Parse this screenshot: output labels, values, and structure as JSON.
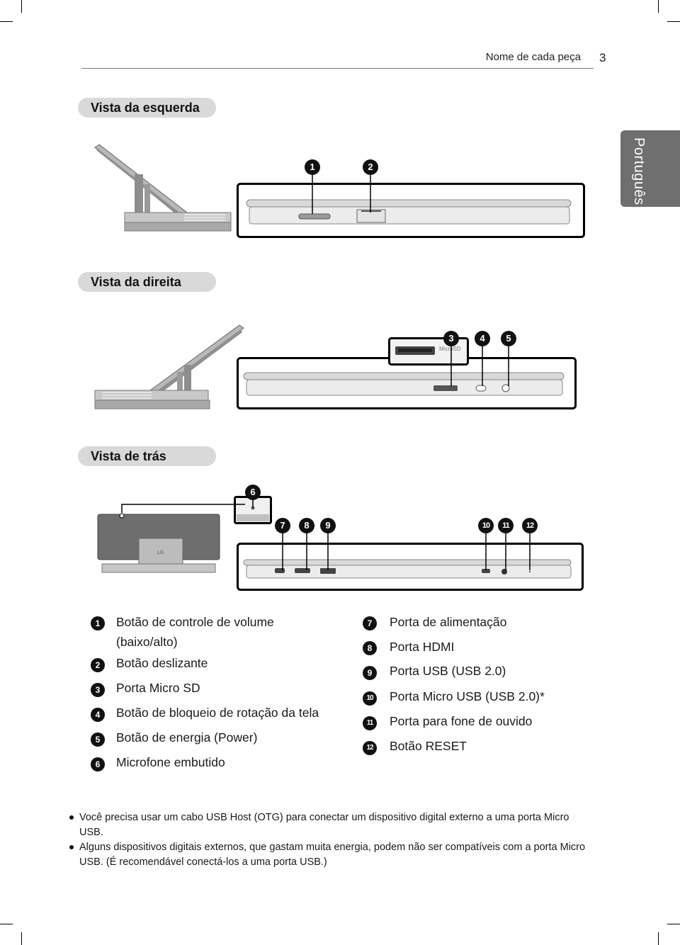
{
  "header": {
    "title": "Nome de cada peça",
    "page_number": "3"
  },
  "language_tab": "Português",
  "sections": {
    "left": "Vista da esquerda",
    "right": "Vista da direita",
    "back": "Vista de trás"
  },
  "callouts": {
    "n1": "1",
    "n2": "2",
    "n3": "3",
    "n4": "4",
    "n5": "5",
    "n6": "6",
    "n7": "7",
    "n8": "8",
    "n9": "9",
    "n10": "10",
    "n11": "11",
    "n12": "12"
  },
  "port_label_microsd": "MicroSD",
  "legend": [
    {
      "num": "1",
      "label": "Botão de controle de volume",
      "label2": "(baixo/alto)"
    },
    {
      "num": "2",
      "label": "Botão deslizante"
    },
    {
      "num": "3",
      "label": "Porta Micro SD"
    },
    {
      "num": "4",
      "label": "Botão de bloqueio de rotação da tela"
    },
    {
      "num": "5",
      "label": "Botão de energia (Power)"
    },
    {
      "num": "6",
      "label": "Microfone embutido"
    },
    {
      "num": "7",
      "label": "Porta de alimentação"
    },
    {
      "num": "8",
      "label": "Porta HDMI"
    },
    {
      "num": "9",
      "label": "Porta USB (USB 2.0)"
    },
    {
      "num": "10",
      "label": "Porta Micro USB (USB 2.0)*"
    },
    {
      "num": "11",
      "label": "Porta para fone de ouvido"
    },
    {
      "num": "12",
      "label": "Botão RESET"
    }
  ],
  "notes": [
    "Você precisa usar um cabo USB Host (OTG) para conectar um dispositivo digital externo a uma porta Micro USB.",
    "Alguns dispositivos digitais externos, que gastam muita energia, podem não ser compatíveis com a porta Micro USB. (É recomendável conectá-los a uma porta USB.)"
  ]
}
